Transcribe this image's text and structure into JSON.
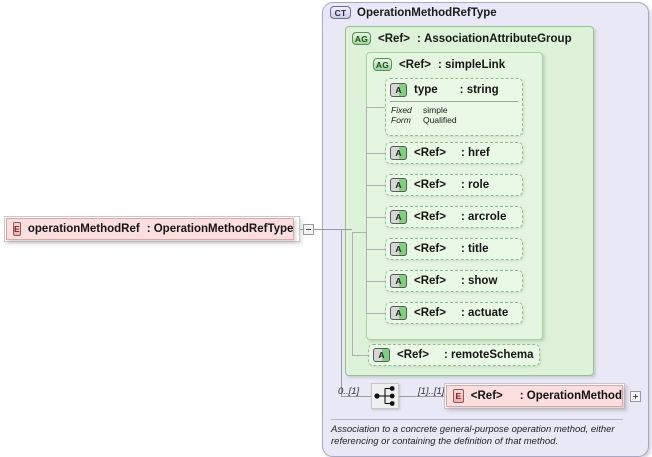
{
  "diagram": {
    "kind": "xsd-schema-diagram",
    "root_element": {
      "icon": "element-icon",
      "badge": "E",
      "name": "operationMethodRef",
      "separator": ":",
      "type": "OperationMethodRefType",
      "toggle": "minus"
    },
    "complex_type": {
      "badge": "CT",
      "name": "OperationMethodRefType"
    },
    "attribute_group": {
      "badge": "AG",
      "name": "<Ref>",
      "separator": ":",
      "type": "AssociationAttributeGroup"
    },
    "simple_link_group": {
      "badge": "AG",
      "name": "<Ref>",
      "separator": ":",
      "type": "simpleLink"
    },
    "type_attribute": {
      "badge": "A",
      "name": "type",
      "separator": ":",
      "type": "string",
      "properties": [
        {
          "key": "Fixed",
          "value": "simple"
        },
        {
          "key": "Form",
          "value": "Qualified"
        }
      ]
    },
    "simple_link_attributes": [
      {
        "badge": "A",
        "name": "<Ref>",
        "separator": ":",
        "type": "href"
      },
      {
        "badge": "A",
        "name": "<Ref>",
        "separator": ":",
        "type": "role"
      },
      {
        "badge": "A",
        "name": "<Ref>",
        "separator": ":",
        "type": "arcrole"
      },
      {
        "badge": "A",
        "name": "<Ref>",
        "separator": ":",
        "type": "title"
      },
      {
        "badge": "A",
        "name": "<Ref>",
        "separator": ":",
        "type": "show"
      },
      {
        "badge": "A",
        "name": "<Ref>",
        "separator": ":",
        "type": "actuate"
      }
    ],
    "remote_schema_attribute": {
      "badge": "A",
      "name": "<Ref>",
      "separator": ":",
      "type": "remoteSchema"
    },
    "compositor": {
      "icon": "choice-icon",
      "left_cardinality": "0..[1]",
      "right_cardinality": "[1]..[1]"
    },
    "child_element": {
      "badge": "E",
      "name": "<Ref>",
      "separator": ":",
      "type": "OperationMethod",
      "toggle": "plus"
    },
    "annotation": "Association to a concrete general-purpose operation method, either referencing or containing the definition of that method."
  },
  "colors": {
    "element_fill": "#fbdede",
    "element_border": "#d9a7a7",
    "complex_type_fill": "#e8e8f6",
    "complex_type_border": "#a9a9c4",
    "attribute_group_fill": "#ddf2d8",
    "attribute_group_border": "#93c48e",
    "attribute_fill": "#eaf8e6",
    "attribute_border": "#8fbf8b",
    "connector_line": "#9a9a9a"
  }
}
